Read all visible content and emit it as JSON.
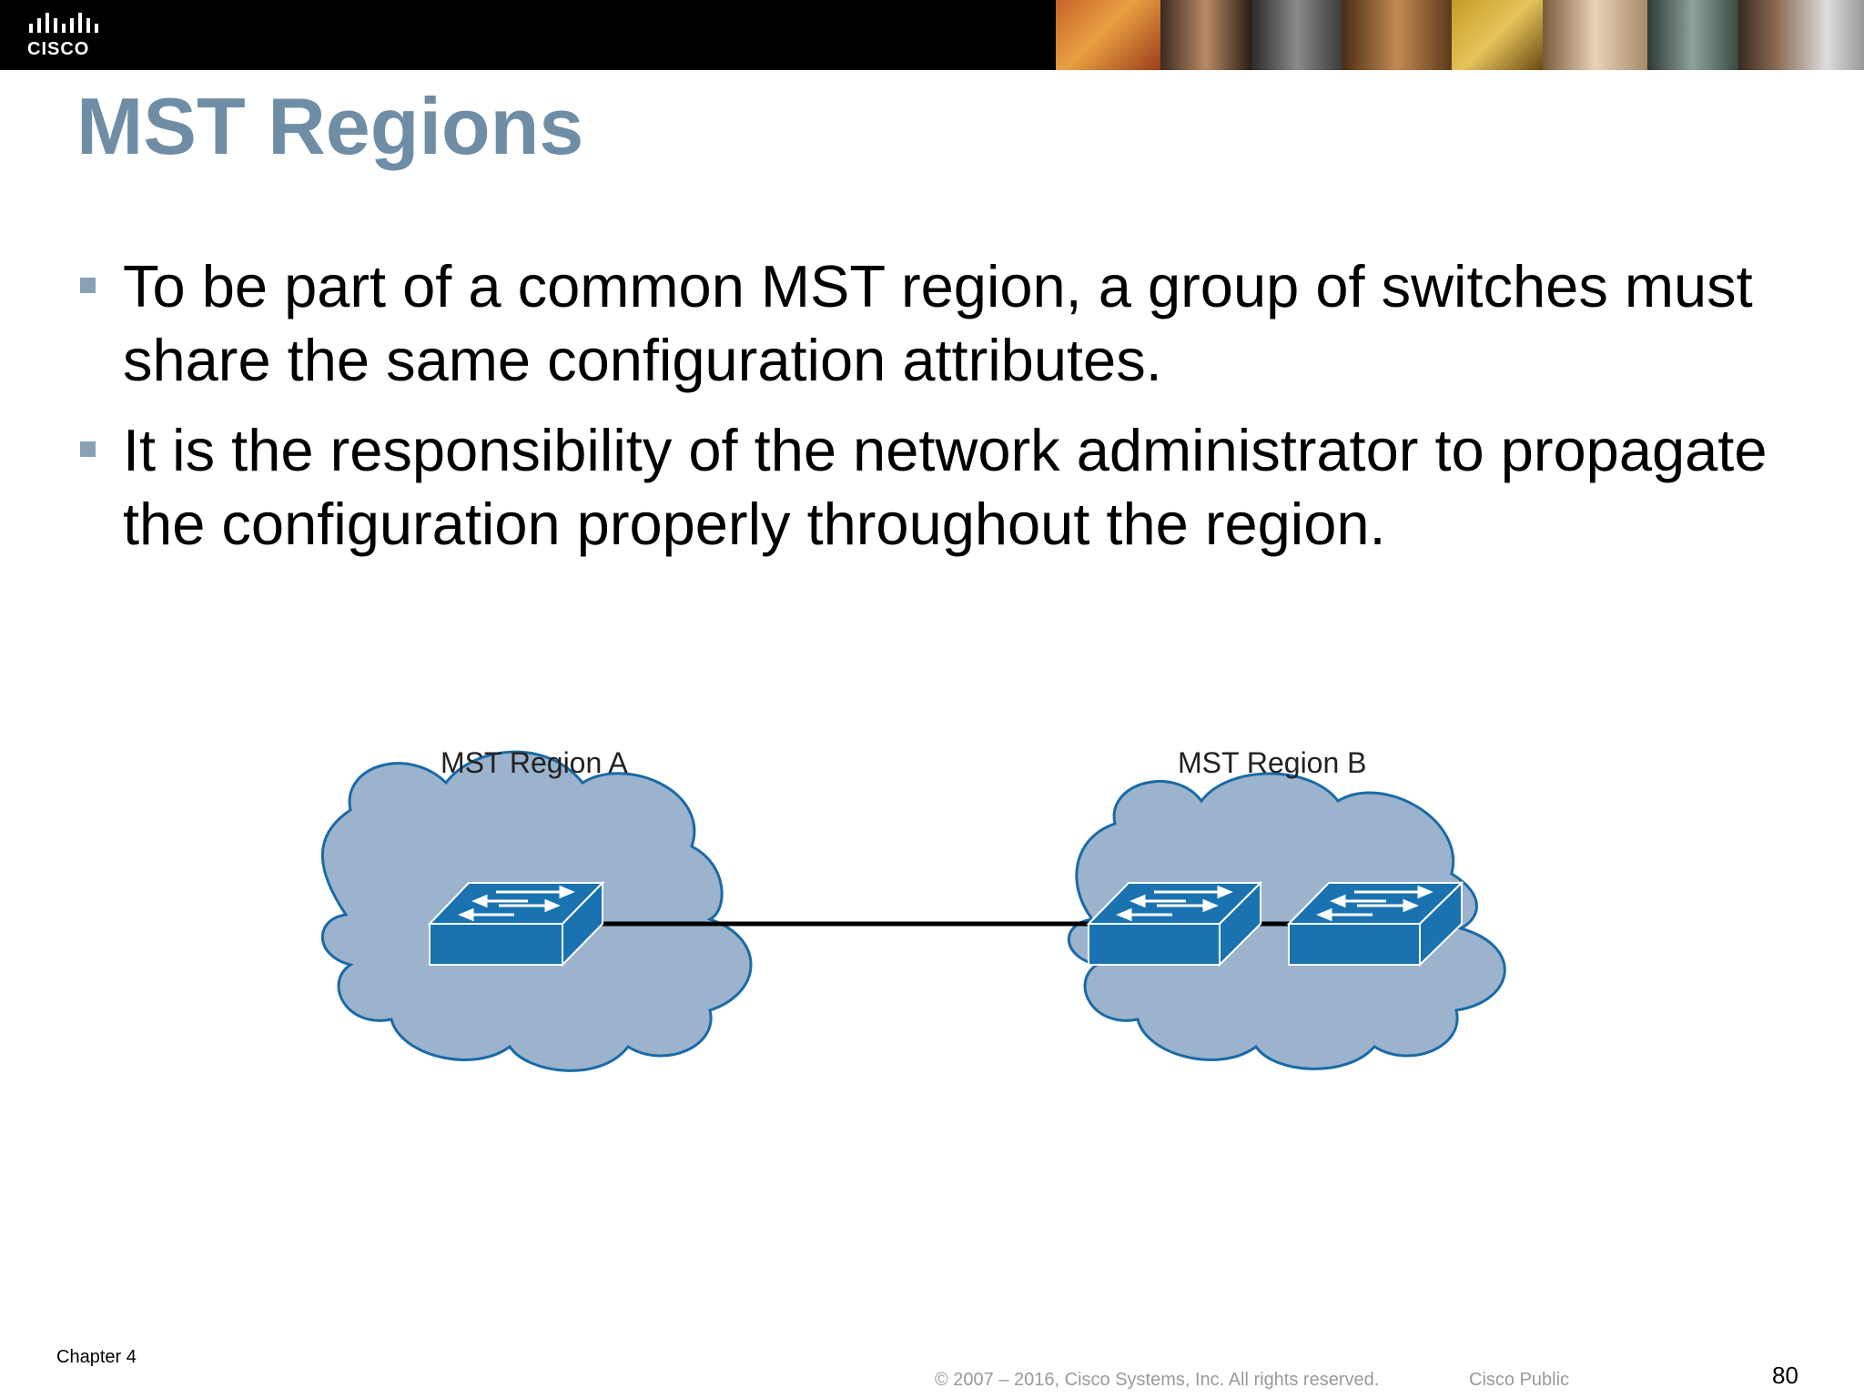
{
  "header": {
    "logo_word": "CISCO",
    "title": "MST Regions"
  },
  "bullets": [
    "To be part of a common MST region, a group of switches must share the same configuration attributes.",
    "It is the responsibility of the network administrator to propagate the configuration properly throughout the region."
  ],
  "diagram": {
    "region_a_label": "MST Region A",
    "region_b_label": "MST Region B",
    "cloud_color": "#9bb3cc",
    "switch_color": "#1a73b0"
  },
  "footer": {
    "chapter": "Chapter 4",
    "copyright": "© 2007 – 2016, Cisco Systems, Inc. All rights reserved.",
    "classification": "Cisco Public",
    "page_number": "80"
  }
}
